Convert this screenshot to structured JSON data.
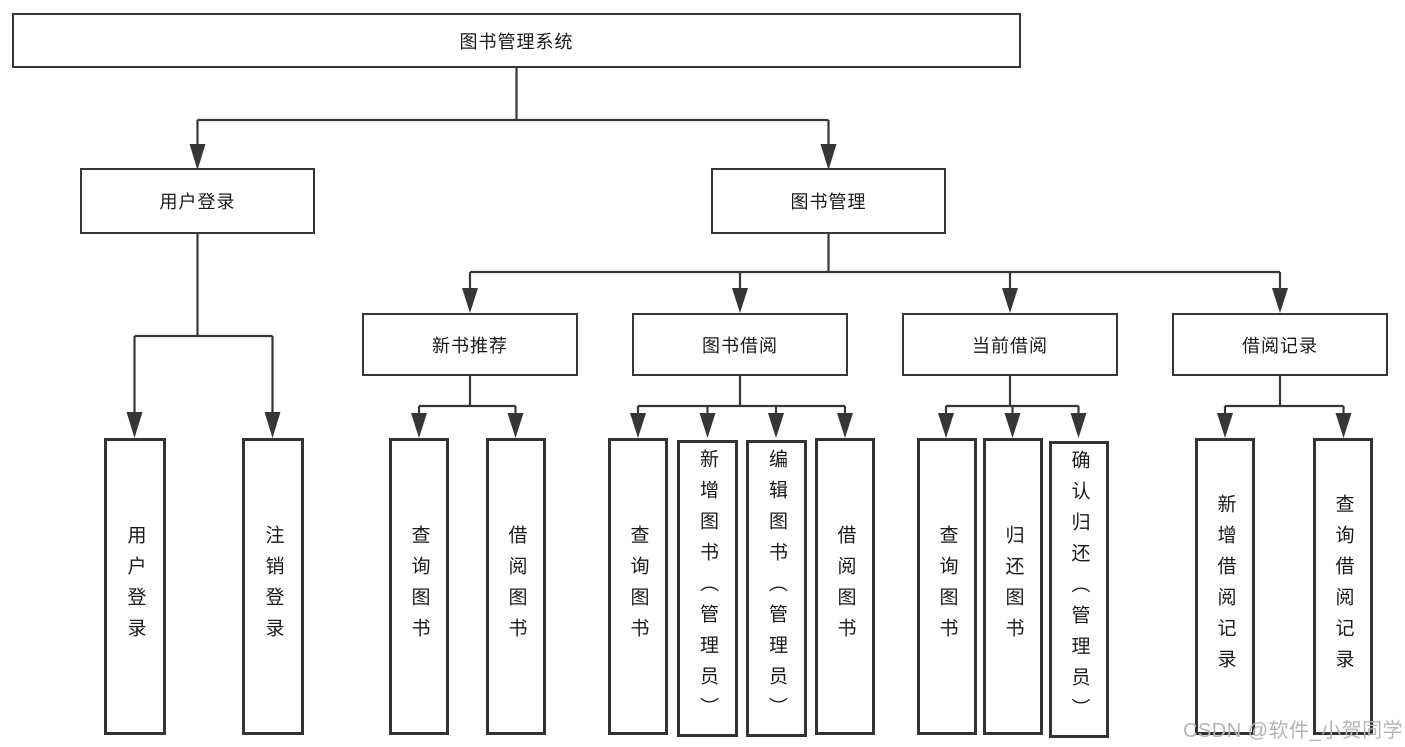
{
  "diagram": {
    "title": "图书管理系统",
    "type": "hierarchy-tree",
    "tree": {
      "root": {
        "label": "图书管理系统",
        "children": [
          {
            "label": "用户登录",
            "children": [
              {
                "label": "用户登录"
              },
              {
                "label": "注销登录"
              }
            ]
          },
          {
            "label": "图书管理",
            "children": [
              {
                "label": "新书推荐",
                "children": [
                  {
                    "label": "查询图书"
                  },
                  {
                    "label": "借阅图书"
                  }
                ]
              },
              {
                "label": "图书借阅",
                "children": [
                  {
                    "label": "查询图书"
                  },
                  {
                    "label": "新增图书（管理员）"
                  },
                  {
                    "label": "编辑图书（管理员）"
                  },
                  {
                    "label": "借阅图书"
                  }
                ]
              },
              {
                "label": "当前借阅",
                "children": [
                  {
                    "label": "查询图书"
                  },
                  {
                    "label": "归还图书"
                  },
                  {
                    "label": "确认归还（管理员）"
                  }
                ]
              },
              {
                "label": "借阅记录",
                "children": [
                  {
                    "label": "新增借阅记录"
                  },
                  {
                    "label": "查询借阅记录"
                  }
                ]
              }
            ]
          }
        ]
      }
    },
    "colors": {
      "line": "#363636",
      "box_border": "#333333",
      "text": "#1a1a1a",
      "watermark": "#b5b5b5",
      "background": "#ffffff"
    }
  },
  "watermark": {
    "text": "CSDN @软件_小贺同学"
  }
}
